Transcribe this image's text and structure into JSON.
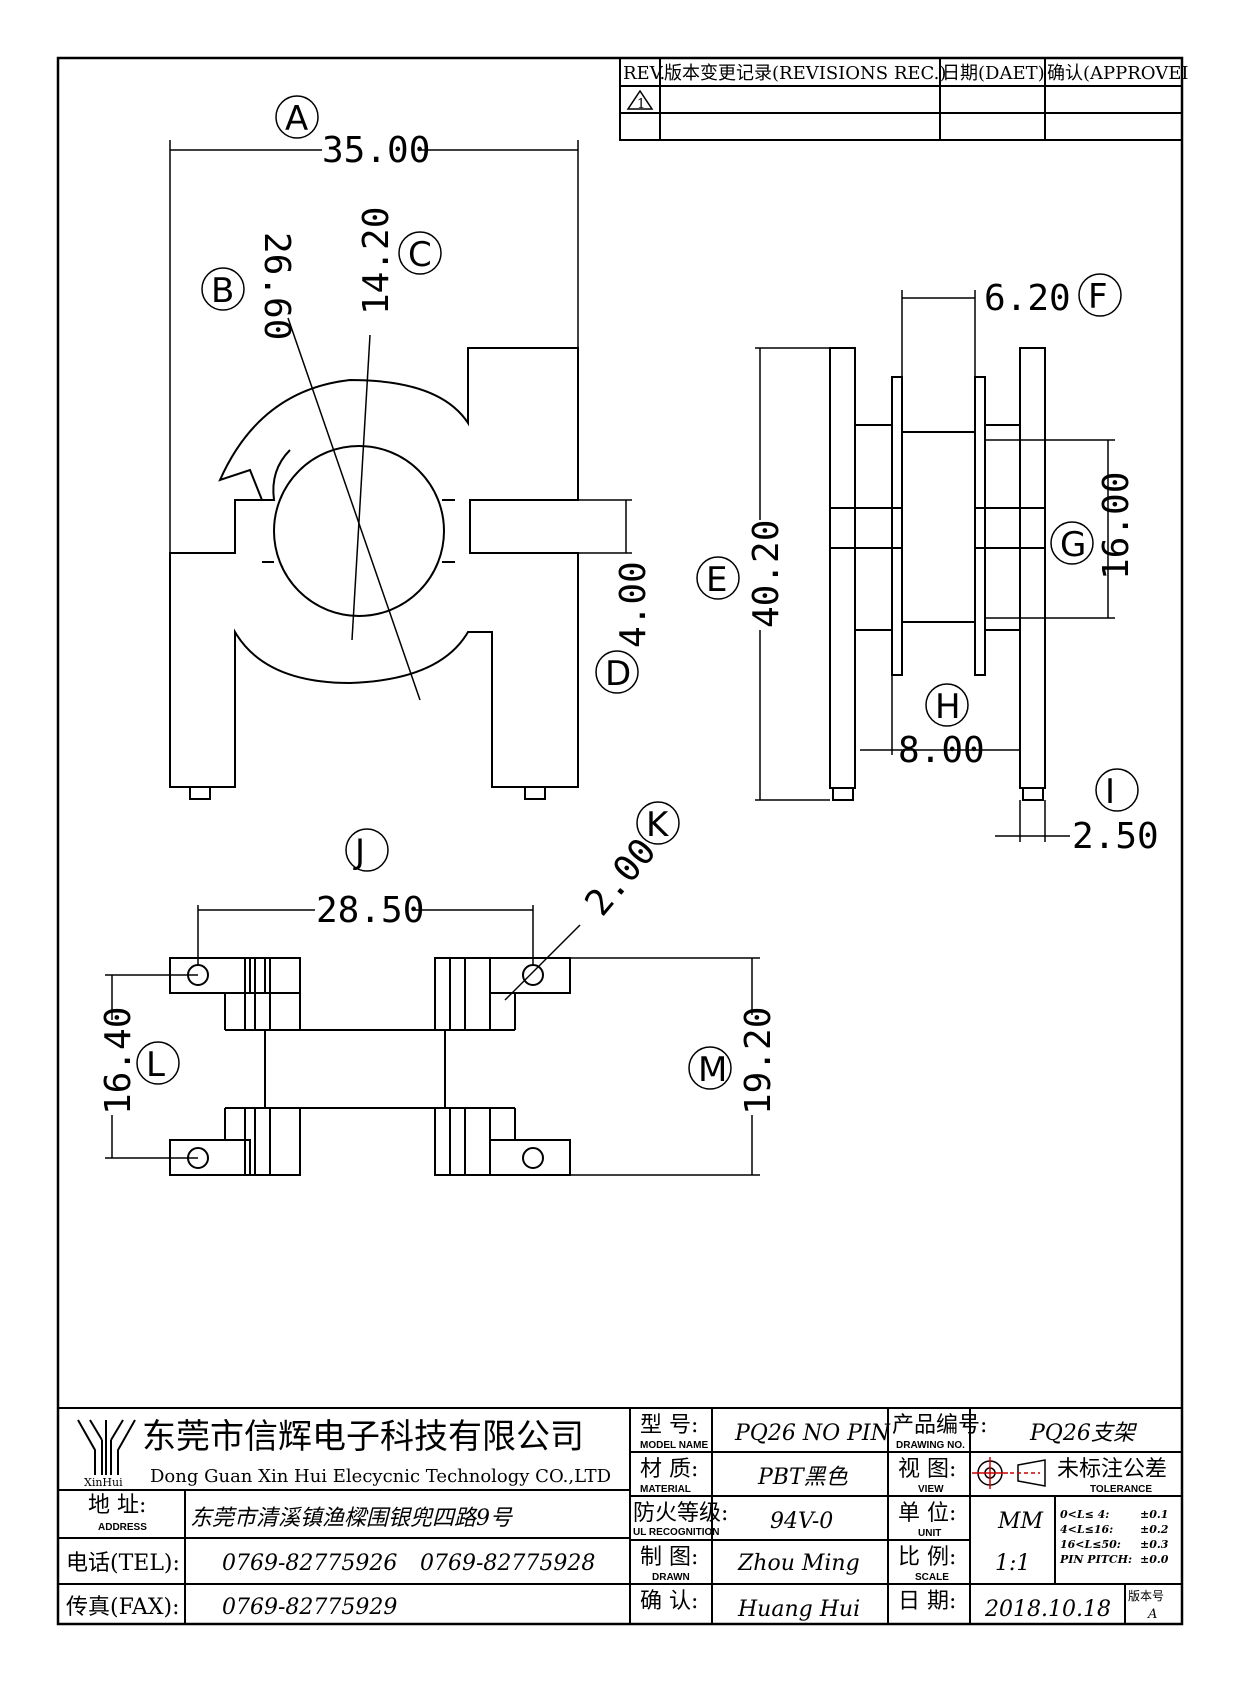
{
  "revision_table": {
    "rev_header": "REV.",
    "records_header": "版本变更记录(REVISIONS REC.)",
    "date_header": "日期(DAET)",
    "approve_header": "确认(APPROVEI",
    "rev_mark": "1"
  },
  "dimensions": {
    "A": {
      "letter": "A",
      "value": "35.00"
    },
    "B": {
      "letter": "B",
      "value": "26.60"
    },
    "C": {
      "letter": "C",
      "value": "14.20"
    },
    "D": {
      "letter": "D",
      "value": "4.00"
    },
    "E": {
      "letter": "E",
      "value": "40.20"
    },
    "F": {
      "letter": "F",
      "value": "6.20"
    },
    "G": {
      "letter": "G",
      "value": "16.00"
    },
    "H": {
      "letter": "H",
      "value": "8.00"
    },
    "I": {
      "letter": "I",
      "value": "2.50"
    },
    "J": {
      "letter": "J",
      "value": "28.50"
    },
    "K": {
      "letter": "K",
      "value": "2.00"
    },
    "L": {
      "letter": "L",
      "value": "16.40"
    },
    "M": {
      "letter": "M",
      "value": "19.20"
    }
  },
  "title_block": {
    "logo_text": "XinHui",
    "company_cn": "东莞市信辉电子科技有限公司",
    "company_en": "Dong Guan Xin Hui Elecycnic Technology CO.,LTD",
    "address_label": "地  址:",
    "address_label_en": "ADDRESS",
    "address": "东莞市清溪镇渔樑围银兜四路9号",
    "tel_label": "电话(TEL):",
    "tel1": "0769-82775926",
    "tel2": "0769-82775928",
    "fax_label": "传真(FAX):",
    "fax": "0769-82775929",
    "model_label": "型  号:",
    "model_label_en": "MODEL NAME",
    "model": "PQ26 NO PIN",
    "material_label": "材  质:",
    "material_label_en": "MATERIAL",
    "material": "PBT黑色",
    "fire_label": "防火等级:",
    "fire_label_en": "UL RECOGNITION",
    "fire": "94V-0",
    "drawn_label": "制  图:",
    "drawn_label_en": "DRAWN",
    "drawn": "Zhou Ming",
    "confirm_label": "确  认:",
    "confirm": "Huang Hui",
    "product_no_label": "产品编号:",
    "product_no_label_en": "DRAWING NO.",
    "product_no": "PQ26支架",
    "view_label": "视  图:",
    "view_label_en": "VIEW",
    "unit_label": "单  位:",
    "unit_label_en": "UNIT",
    "unit": "MM",
    "scale_label": "比  例:",
    "scale_label_en": "SCALE",
    "scale": "1:1",
    "date_label": "日  期:",
    "date": "2018.10.18",
    "tolerance_label": "未标注公差",
    "tolerance_label_en": "TOLERANCE",
    "tol_rows": [
      {
        "range": "0<L≤ 4:",
        "value": "±0.1"
      },
      {
        "range": "4<L≤16:",
        "value": "±0.2"
      },
      {
        "range": "16<L≤50:",
        "value": "±0.3"
      },
      {
        "range": "PIN PITCH:",
        "value": "±0.0"
      }
    ],
    "version_label": "版本号",
    "version": "A"
  }
}
